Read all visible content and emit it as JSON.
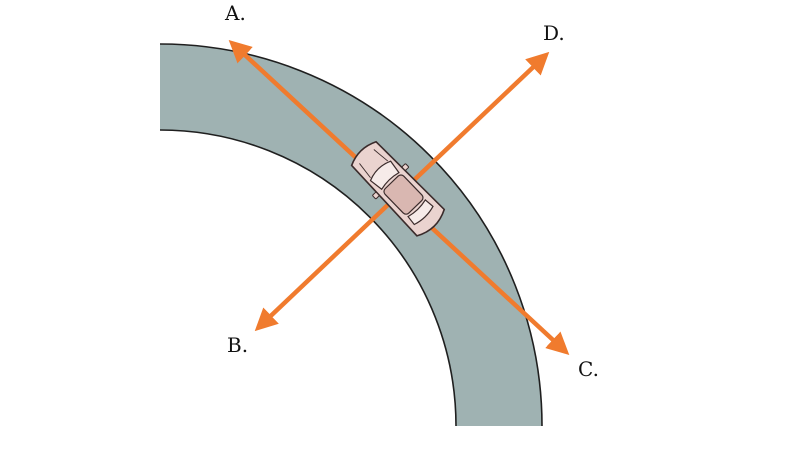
{
  "colors": {
    "road_fill": "#9fb2b2",
    "road_edge": "#1f1f1f",
    "arrow": "#f07b2e",
    "car_body": "#ead3cf",
    "car_outline": "#3a2b2b"
  },
  "labels": {
    "a": "A.",
    "b": "B.",
    "c": "C.",
    "d": "D."
  }
}
